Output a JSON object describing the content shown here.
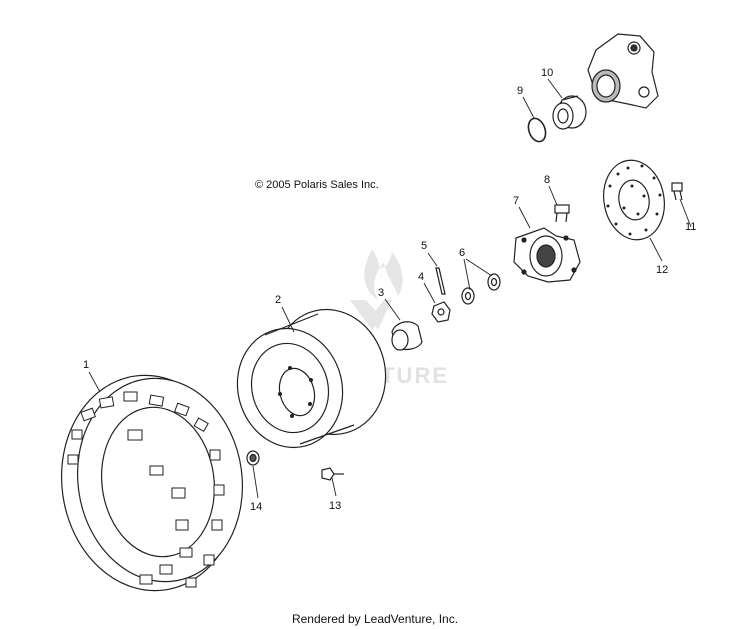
{
  "copyright": "© 2005 Polaris Sales Inc.",
  "footer": "Rendered by LeadVenture, Inc.",
  "watermark": "LEADVENTURE",
  "callouts": {
    "c1": "1",
    "c2": "2",
    "c3": "3",
    "c4": "4",
    "c5": "5",
    "c6": "6",
    "c7": "7",
    "c8": "8",
    "c9": "9",
    "c10": "10",
    "c11": "11",
    "c12": "12",
    "c13": "13",
    "c14": "14"
  }
}
